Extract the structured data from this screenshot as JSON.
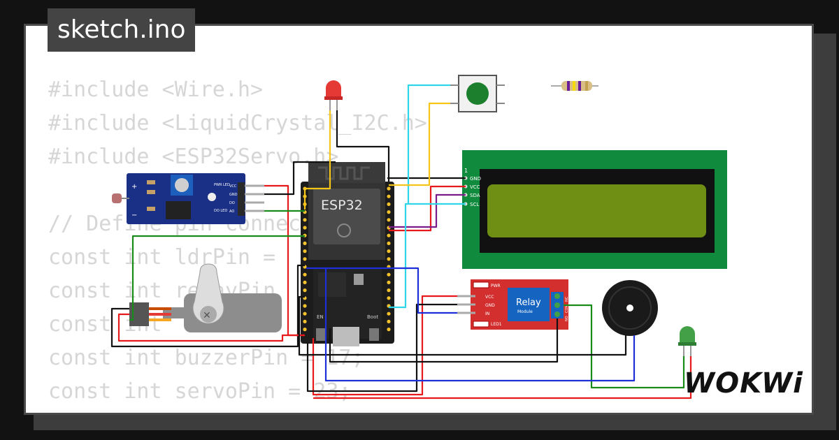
{
  "title": "sketch.ino",
  "code_lines": [
    "#include <Wire.h>",
    "#include <LiquidCrystal_I2C.h>",
    "#include <ESP32Servo.h>",
    "",
    "// Define pin connections",
    "const int ldrPin = ",
    "const int relayPin",
    "const int",
    "const int buzzerPin = 17;",
    "const int servoPin = 23;"
  ],
  "brand": "WOKWi",
  "components": {
    "esp32": {
      "label": "ESP32",
      "en_label": "EN",
      "boot_label": "Boot"
    },
    "lcd": {
      "pin_index": "1",
      "pins": [
        "GND",
        "VCC",
        "SDA",
        "SCL"
      ]
    },
    "relay": {
      "label": "Relay",
      "sublabel": "Module",
      "pwr_label": "PWR",
      "led_label": "LED1",
      "pins": [
        "VCC",
        "GND",
        "IN"
      ],
      "terminals": [
        "NO",
        "COM",
        "NC"
      ]
    },
    "ldr_module": {
      "plus": "+",
      "minus": "−",
      "pwr_led": "PWR LED",
      "do_led": "DO LED",
      "pins": [
        "VCC",
        "GND",
        "DO",
        "AO"
      ]
    },
    "red_led": {
      "color": "#e53935"
    },
    "green_led": {
      "color": "#43a047"
    },
    "button": {
      "color": "#1b7f2e"
    },
    "buzzer": {},
    "servo": {},
    "resistor": {}
  },
  "colors": {
    "background": "#121212",
    "card": "#ffffff",
    "code_text": "#d6d6d6",
    "wire_red": "#e8191b",
    "wire_black": "#111111",
    "wire_green": "#1a8a1a",
    "wire_yellow": "#f5c518",
    "wire_cyan": "#2fd5e8",
    "wire_blue": "#1d2fd6",
    "wire_purple": "#7a1b8a",
    "lcd_board": "#108a3c",
    "lcd_screen": "#7a9a1a"
  }
}
